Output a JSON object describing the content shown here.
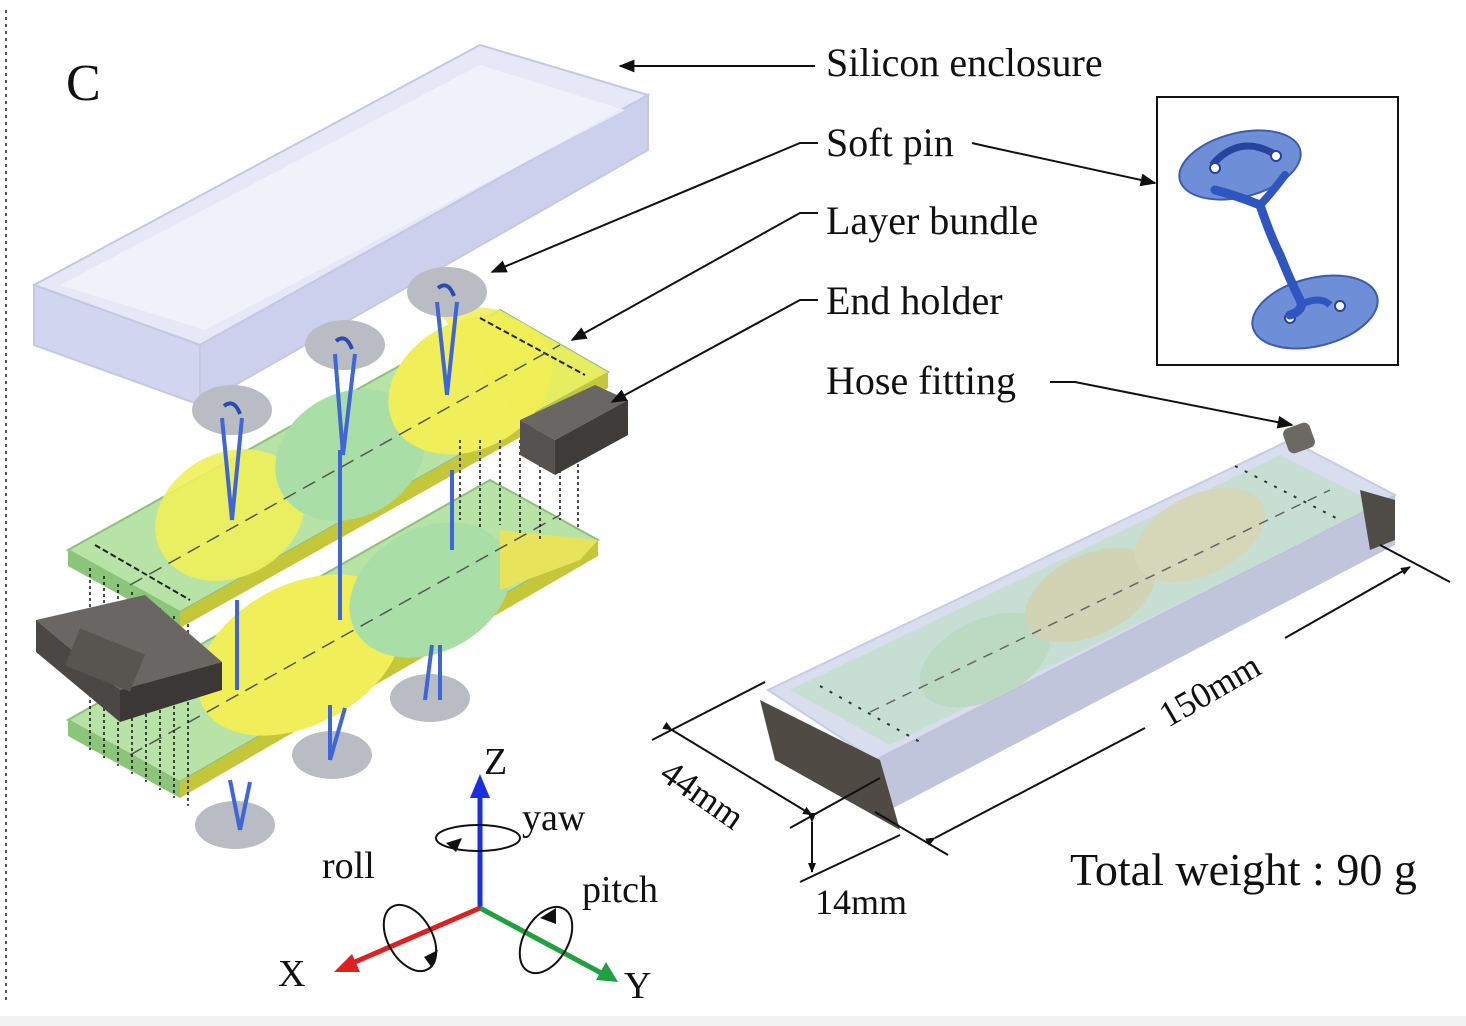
{
  "panel_label": "C",
  "callouts": {
    "silicon_enclosure": "Silicon enclosure",
    "soft_pin": "Soft pin",
    "layer_bundle": "Layer bundle",
    "end_holder": "End holder",
    "hose_fitting": "Hose fitting"
  },
  "axes": {
    "z": "Z",
    "x": "X",
    "y": "Y",
    "yaw": "yaw",
    "roll": "roll",
    "pitch": "pitch"
  },
  "dimensions": {
    "length": "150mm",
    "width": "44mm",
    "height": "14mm"
  },
  "total_weight": "Total weight : 90 g",
  "colors": {
    "enclosure": "#d9dcf2",
    "green_layer": "#b7e3a6",
    "yellow_layer": "#f0ef5a",
    "pin_blue": "#3f66d6",
    "pin_disc": "#b9bcc2",
    "holder": "#4e4b48",
    "inset_pin": "#6e8ed8",
    "axis_x": "#e02020",
    "axis_y": "#20a040",
    "axis_z": "#1a30e0"
  }
}
